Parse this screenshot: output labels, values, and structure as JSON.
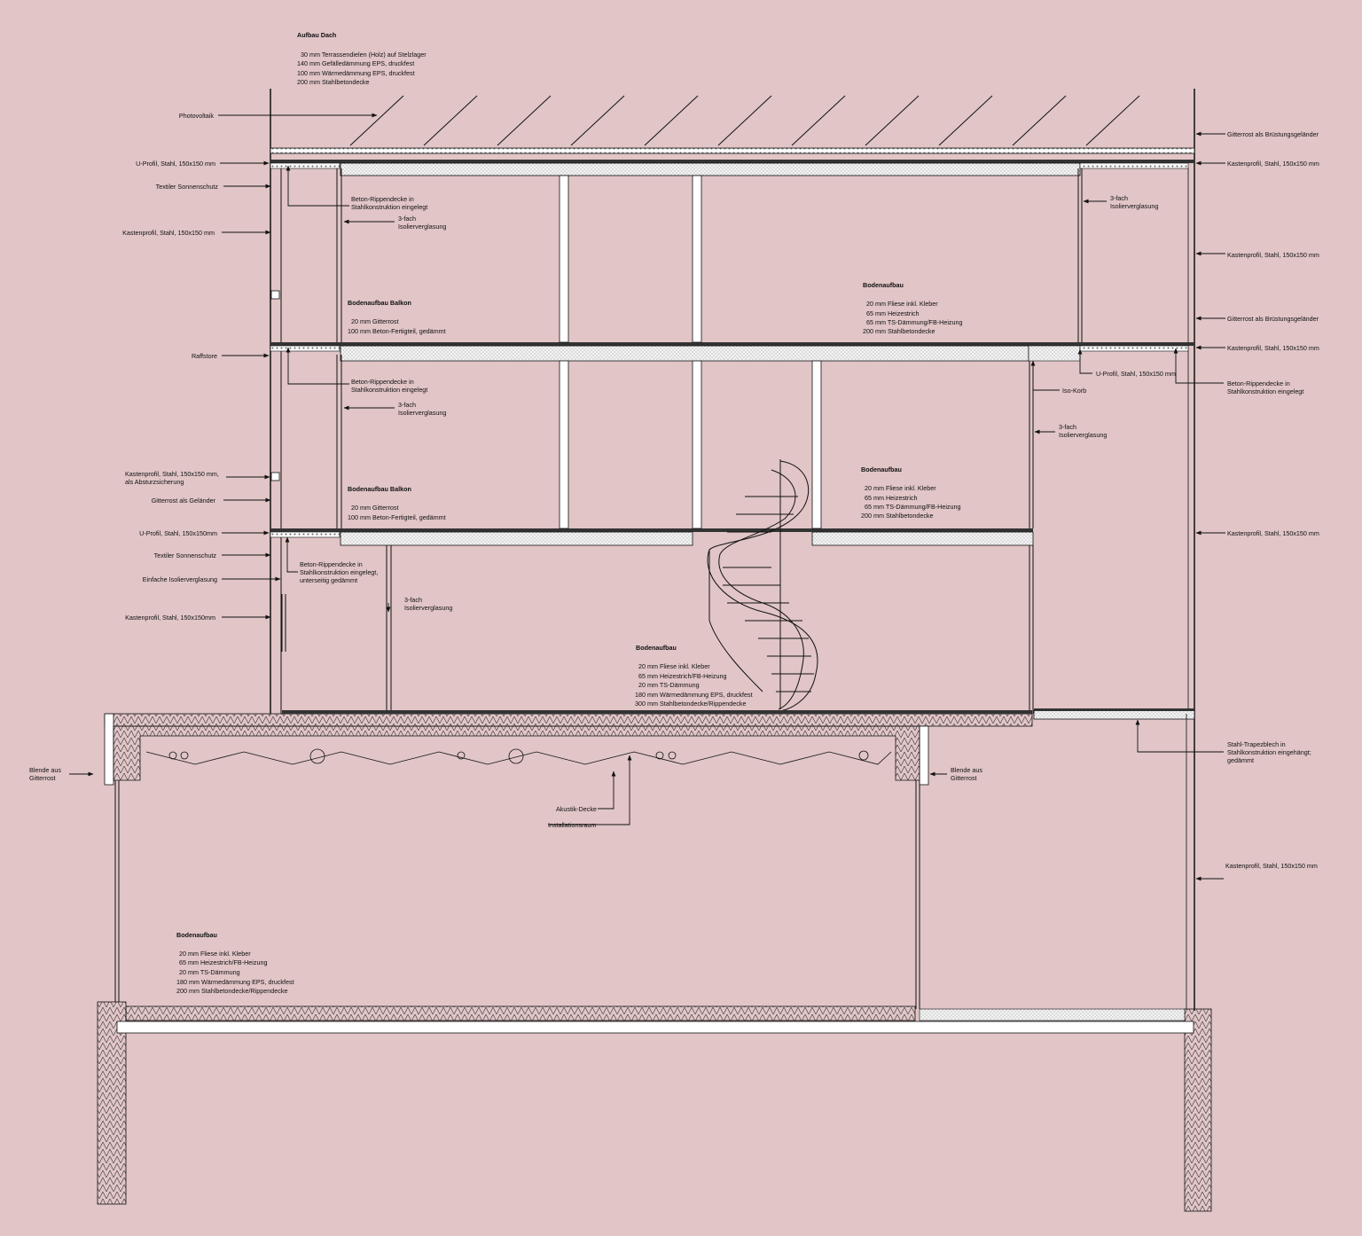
{
  "roof_section": {
    "title": "Aufbau Dach",
    "lines": [
      "30 mm Terrassendielen (Holz) auf Stelzlager",
      "140 mm Gefälledämmung EPS, druckfest",
      "100 mm Wärmedämmung EPS, druckfest",
      "200 mm Stahlbetondecke"
    ]
  },
  "balcony_upper": {
    "title": "Bodenaufbau Balkon",
    "lines": [
      "20 mm Gitterrost",
      "100 mm Beton-Fertigteil, gedämmt"
    ]
  },
  "balcony_lower": {
    "title": "Bodenaufbau Balkon",
    "lines": [
      "20 mm Gitterrost",
      "100 mm Beton-Fertigteil, gedämmt"
    ]
  },
  "floor_top": {
    "title": "Bodenaufbau",
    "lines": [
      "20 mm Fliese inkl. Kleber",
      "65 mm Heizestrich",
      "65 mm TS-Dämmung/FB-Heizung",
      "200 mm Stahlbetondecke"
    ]
  },
  "floor_mid": {
    "title": "Bodenaufbau",
    "lines": [
      "20 mm Fliese inkl. Kleber",
      "65 mm Heizestrich",
      "65 mm TS-Dämmung/FB-Heizung",
      "200 mm Stahlbetondecke"
    ]
  },
  "floor_ground": {
    "title": "Bodenaufbau",
    "lines": [
      "20 mm Fliese inkl. Kleber",
      "65 mm Heizestrich/FB-Heizung",
      "20 mm TS-Dämmung",
      "180 mm Wärmedämmung EPS, druckfest",
      "300 mm Stahlbetondecke/Rippendecke"
    ]
  },
  "floor_basement": {
    "title": "Bodenaufbau",
    "lines": [
      "20 mm Fliese inkl. Kleber",
      "65 mm Heizestrich/FB-Heizung",
      "20 mm TS-Dämmung",
      "180 mm Wärmedämmung EPS, druckfest",
      "200 mm Stahlbetondecke/Rippendecke"
    ]
  },
  "left_labels": {
    "photovoltaik": "Photovoltaik",
    "u_profil_top": "U-Profil, Stahl, 150x150 mm",
    "textiler_top": "Textiler Sonnenschutz",
    "kastenprofil_top": "Kastenprofil, Stahl, 150x150 mm",
    "raffstore": "Raffstore",
    "kastenprofil_absturz": [
      "Kastenprofil, Stahl, 150x150 mm,",
      "als Absturzsicherung"
    ],
    "gitterrost_gelaender": "Gitterrost als Geländer",
    "u_profil_mid": "U-Profil, Stahl, 150x150mm",
    "textiler_mid": "Textiler Sonnenschutz",
    "einfache": "Einfache Isolierverglasung",
    "kastenprofil_low": "Kastenprofil, Stahl, 150x150mm",
    "blende_left": [
      "Blende aus",
      "Gitterrost"
    ]
  },
  "inner_labels": {
    "rippen_top": [
      "Beton-Rippendecke in",
      "Stahlkonstruktion eingelegt"
    ],
    "glazing_top": [
      "3-fach",
      "Isolierverglasung"
    ],
    "rippen_mid": [
      "Beton-Rippendecke in",
      "Stahlkonstruktion eingelegt"
    ],
    "glazing_mid": [
      "3-fach",
      "Isolierverglasung"
    ],
    "rippen_low": [
      "Beton-Rippendecke in",
      "Stahlkonstruktion eingelegt,",
      "unterseitig gedämmt"
    ],
    "glazing_low": [
      "3-fach",
      "Isolierverglasung"
    ],
    "akustik": "Akustik-Decke",
    "installation": "Installationsraum",
    "blende_right": [
      "Blende aus",
      "Gitterrost"
    ]
  },
  "right_labels": {
    "gitterrost_top": "Gitterrost als Brüstungsgeländer",
    "kastenprofil_top": "Kastenprofil, Stahl, 150x150 mm",
    "glazing_right_top": [
      "3-fach",
      "Isolierverglasung"
    ],
    "kastenprofil_2": "Kastenprofil, Stahl, 150x150 mm",
    "gitterrost_2": "Gitterrost als Brüstungsgeländer",
    "kastenprofil_3": "Kastenprofil, Stahl, 150x150 mm",
    "u_profil": "U-Profil, Stahl, 150x150 mm",
    "rippen": [
      "Beton-Rippendecke in",
      "Stahlkonstruktion eingelegt"
    ],
    "iso_korb": "Iso-Korb",
    "glazing_right_mid": [
      "3-fach",
      "Isolierverglasung"
    ],
    "kastenprofil_4": "Kastenprofil, Stahl, 150x150 mm",
    "trapez": [
      "Stahl-Trapezblech in",
      "Stahlkonstruktion eingehängt;",
      "gedämmt"
    ],
    "kastenprofil_5": "Kastenprofil, Stahl, 150x150 mm"
  }
}
